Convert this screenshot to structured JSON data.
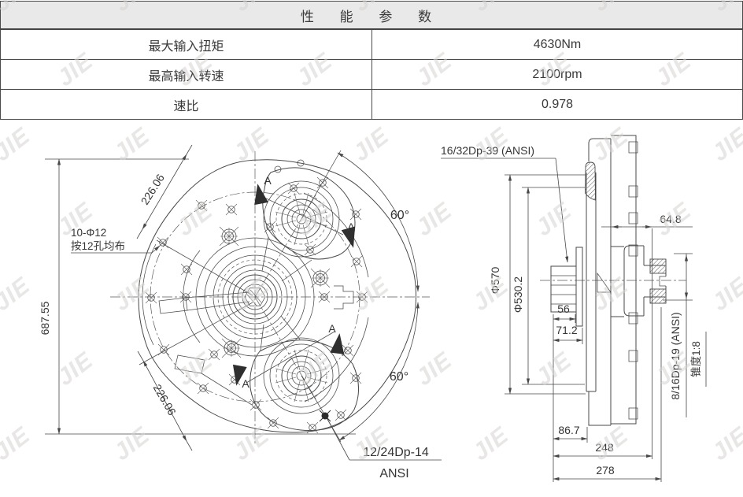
{
  "table": {
    "header": "性 能 参 数",
    "rows": [
      {
        "label": "最大输入扭矩",
        "value": "4630Nm"
      },
      {
        "label": "最高输入转速",
        "value": "2100rpm"
      },
      {
        "label": "速比",
        "value": "0.978"
      }
    ]
  },
  "watermark": {
    "text": "JIE"
  },
  "front_view": {
    "height_dim": "687.55",
    "bolt_arc_dim_top": "226.06",
    "bolt_arc_dim_bottom": "226.06",
    "angle_top": "60°",
    "angle_bottom": "60°",
    "holes_note_line1": "10-Φ12",
    "holes_note_line2": "按12孔均布",
    "pto_spline_line1": "12/24Dp-14",
    "pto_spline_line2": "ANSI",
    "section_label": "A"
  },
  "side_view": {
    "input_spline": "16/32Dp-39 (ANSI)",
    "flange_dia": "Φ570",
    "pilot_dia": "Φ530.2",
    "dim_56": "56",
    "dim_71_2": "71.2",
    "dim_64_8": "64.8",
    "dim_86_7": "86.7",
    "dim_248": "248",
    "dim_278": "278",
    "output_spline": "8/16Dp-19 (ANSI)",
    "taper": "锥度1:8"
  }
}
